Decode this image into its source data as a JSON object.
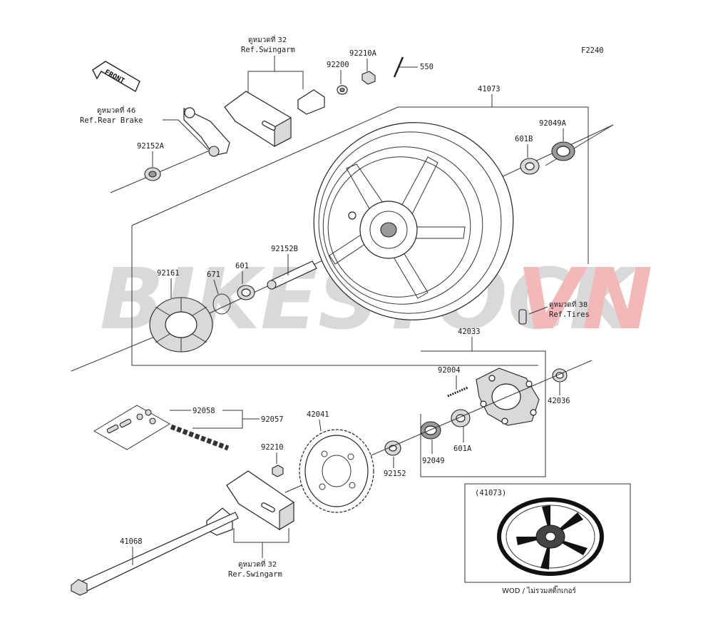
{
  "diagram_code": "F2240",
  "front_label": "FRONT",
  "watermark": {
    "part1": "BIKESTOCK",
    "part2": "VN",
    "color1": "#d9d9d9",
    "color2": "#f2b8b8"
  },
  "refs": {
    "swingarm_top": {
      "line1": "ดูหมวดที่ 32",
      "line2": "Ref.Swingarm"
    },
    "rear_brake": {
      "line1": "ดูหมวดที่ 46",
      "line2": "Ref.Rear Brake"
    },
    "tires": {
      "line1": "ดูหมวดที่ 38",
      "line2": "Ref.Tires"
    },
    "swingarm_bottom": {
      "line1": "ดูหมวดที่ 32",
      "line2": "Rer.Swingarm"
    }
  },
  "part_numbers": {
    "p92200": "92200",
    "p92210A": "92210A",
    "p550": "550",
    "p41073": "41073",
    "p601B": "601B",
    "p92049A": "92049A",
    "p92152A": "92152A",
    "p92152B": "92152B",
    "p92161": "92161",
    "p671": "671",
    "p601": "601",
    "p42033": "42033",
    "p92004": "92004",
    "p42036": "42036",
    "p92058": "92058",
    "p92057": "92057",
    "p42041": "42041",
    "p92210": "92210",
    "p92152": "92152",
    "p92049": "92049",
    "p601A": "601A",
    "p41068": "41068"
  },
  "inset": {
    "title": "(41073)",
    "caption": "WOD / ไม่รวมสติ๊กเกอร์"
  }
}
